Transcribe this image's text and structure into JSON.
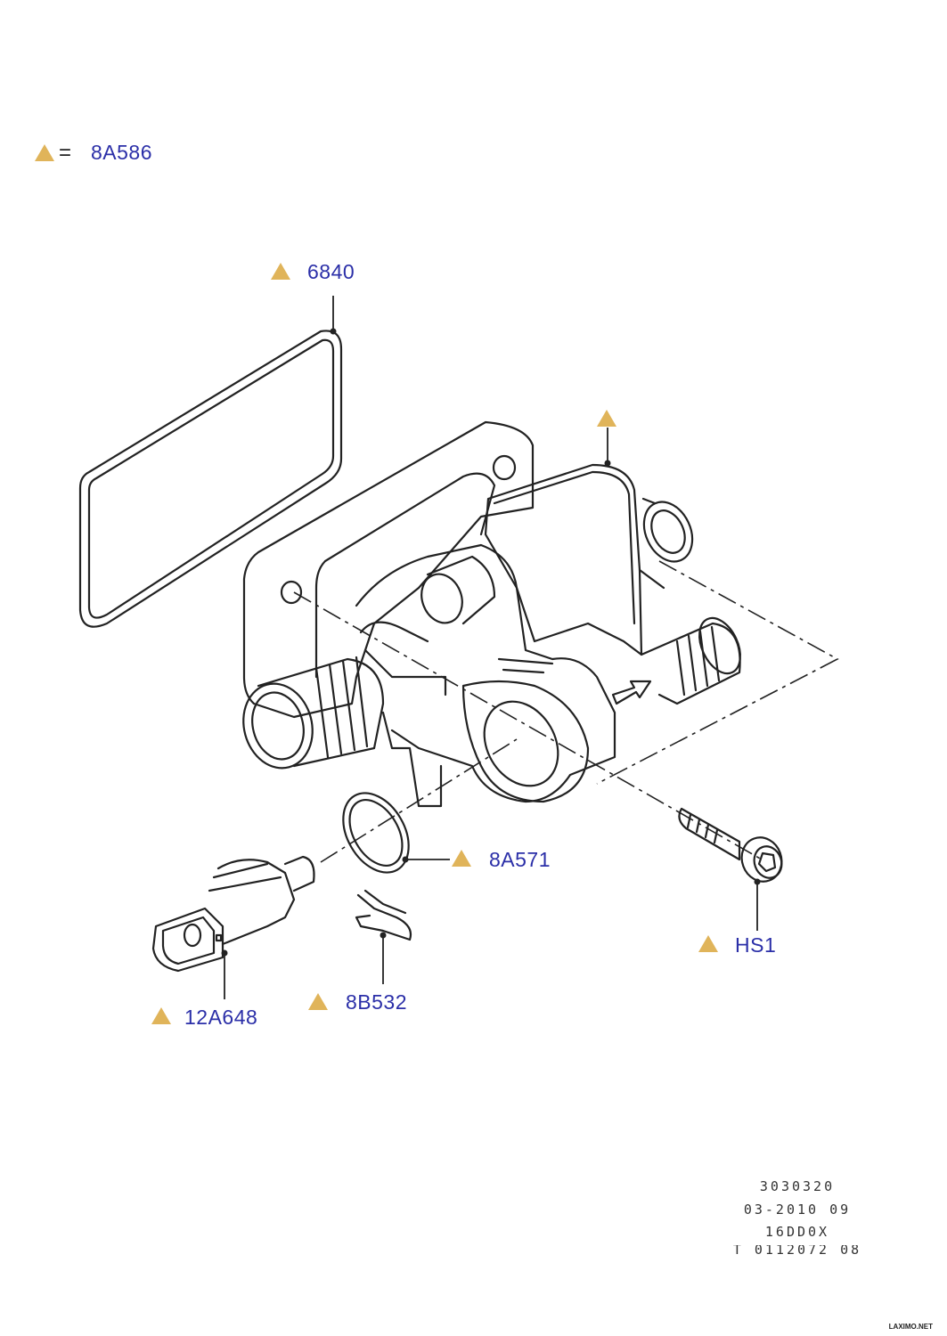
{
  "legend": {
    "symbol": "triangle",
    "equals": "=",
    "code": "8A586"
  },
  "callouts": [
    {
      "id": "6840",
      "label": "6840",
      "has_triangle": true
    },
    {
      "id": "housing",
      "label": "",
      "has_triangle": true
    },
    {
      "id": "8A571",
      "label": "8A571",
      "has_triangle": true
    },
    {
      "id": "HS1",
      "label": "HS1",
      "has_triangle": true
    },
    {
      "id": "8B532",
      "label": "8B532",
      "has_triangle": true
    },
    {
      "id": "12A648",
      "label": "12A648",
      "has_triangle": true
    }
  ],
  "meta": {
    "line1": "3030320",
    "line2": "03-2010 09",
    "line3": "16DD0X",
    "line4": "T 0112072 08"
  },
  "brand": "LAXIMO.NET",
  "colors": {
    "label": "#2b2fa8",
    "triangle": "#e0b45a",
    "line": "#222222"
  }
}
